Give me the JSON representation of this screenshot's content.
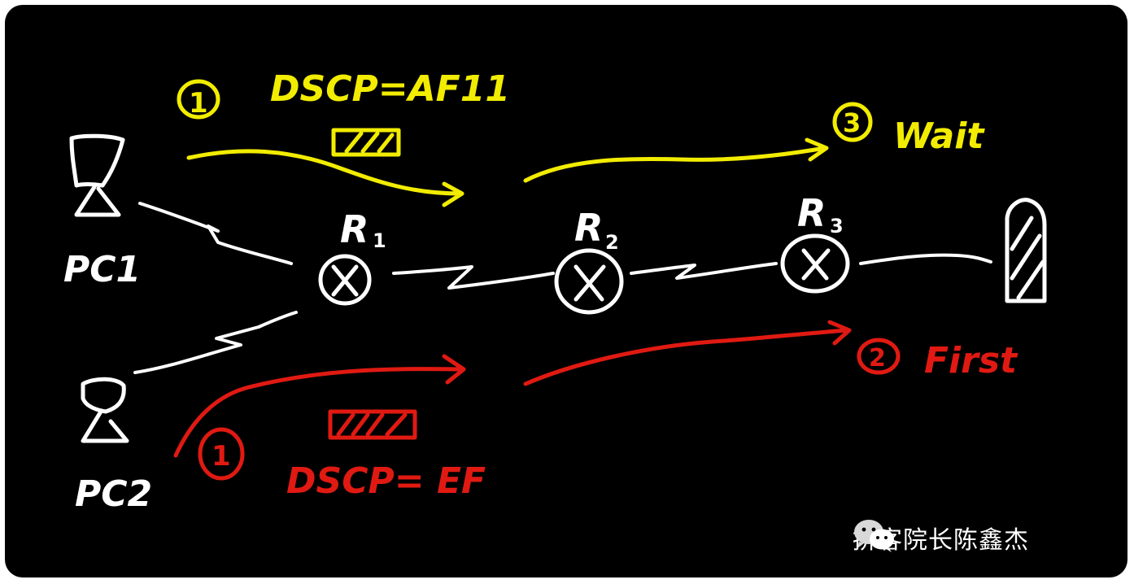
{
  "pc1": {
    "label": "PC1"
  },
  "pc2": {
    "label": "PC2"
  },
  "routers": [
    {
      "label": "R1",
      "letter": "R",
      "sub": "1"
    },
    {
      "label": "R2",
      "letter": "R",
      "sub": "2"
    },
    {
      "label": "R3",
      "letter": "R",
      "sub": "3"
    }
  ],
  "flow_yellow": {
    "step_start": "1",
    "dscp": "DSCP=AF11",
    "step_end": "3",
    "status": "Wait",
    "color": "#f2ec00"
  },
  "flow_red": {
    "step_start": "1",
    "dscp": "DSCP= EF",
    "step_end": "2",
    "status": "First",
    "color": "#e01a12"
  },
  "watermark": {
    "text": "拼客院长陈鑫杰",
    "icon": "wechat-icon"
  }
}
